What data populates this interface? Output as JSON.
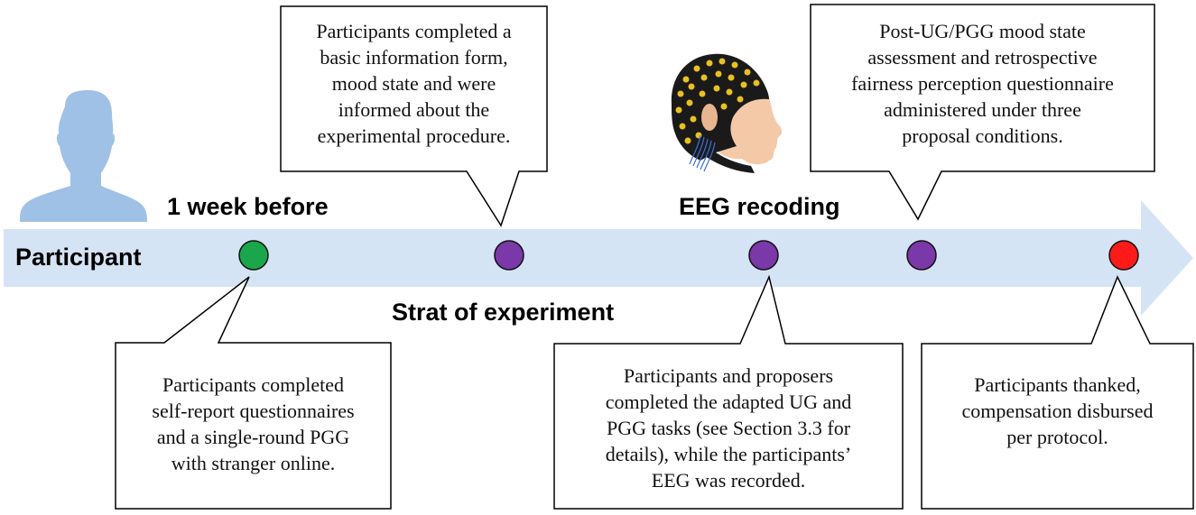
{
  "timeline": {
    "participant_label": "Participant",
    "week_before_label": "1 week before",
    "start_label": "Strat of experiment",
    "eeg_label": "EEG recoding",
    "arrow_color": "#d5e4f4",
    "dots": [
      {
        "name": "dot-week-before",
        "color": "#1aa64a"
      },
      {
        "name": "dot-start",
        "color": "#7a38a8"
      },
      {
        "name": "dot-eeg",
        "color": "#7a38a8"
      },
      {
        "name": "dot-post",
        "color": "#7a38a8"
      },
      {
        "name": "dot-end",
        "color": "#ff1a1a"
      }
    ]
  },
  "callouts": {
    "start_info": "Participants completed a\nbasic information form,\nmood state and were\ninformed about the\nexperimental procedure.",
    "post_assessment": "Post-UG/PGG mood state\nassessment and retrospective\nfairness perception questionnaire\nadministered under three\nproposal conditions.",
    "week_before": "Participants completed\nself-report questionnaires\nand a single-round PGG\nwith stranger online.",
    "eeg_tasks": "Participants and proposers\ncompleted the adapted UG and\nPGG tasks (see Section 3.3 for\ndetails), while the participants’\nEEG was recorded.",
    "end": "Participants thanked,\ncompensation disbursed\nper protocol."
  },
  "icons": {
    "participant": "person-silhouette-icon",
    "eeg": "eeg-cap-head-icon"
  }
}
